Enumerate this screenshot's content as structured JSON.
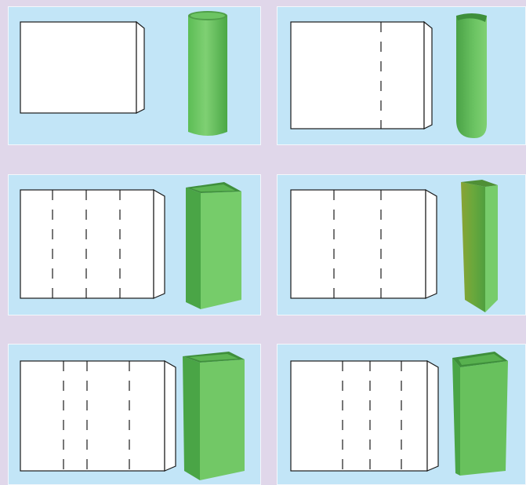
{
  "colors": {
    "page_background": "#e0d7ea",
    "panel_background": "#c2e5f7",
    "sheet_fill": "#ffffff",
    "sheet_stroke": "#1a1a1a",
    "tube_green_light": "#84d077",
    "tube_green_mid": "#62c259",
    "tube_green_dark": "#3f9f3c",
    "tube_olive": "#8aa334"
  },
  "panels": [
    {
      "id": "panel-1",
      "fold_lines": 0,
      "tube_shape": "cylinder",
      "tube_icon": "green-cylinder-icon"
    },
    {
      "id": "panel-2",
      "fold_lines": 1,
      "tube_shape": "half-cylinder",
      "tube_icon": "green-half-cylinder-icon"
    },
    {
      "id": "panel-3",
      "fold_lines": 3,
      "tube_shape": "square-prism",
      "tube_icon": "green-square-prism-icon"
    },
    {
      "id": "panel-4",
      "fold_lines": 2,
      "tube_shape": "triangular-prism",
      "tube_icon": "green-triangular-prism-icon"
    },
    {
      "id": "panel-5",
      "fold_lines": 3,
      "tube_shape": "rectangular-prism",
      "tube_icon": "green-rectangular-prism-icon"
    },
    {
      "id": "panel-6",
      "fold_lines": 3,
      "tube_shape": "trapezoidal-prism",
      "tube_icon": "green-trapezoidal-prism-icon"
    }
  ]
}
